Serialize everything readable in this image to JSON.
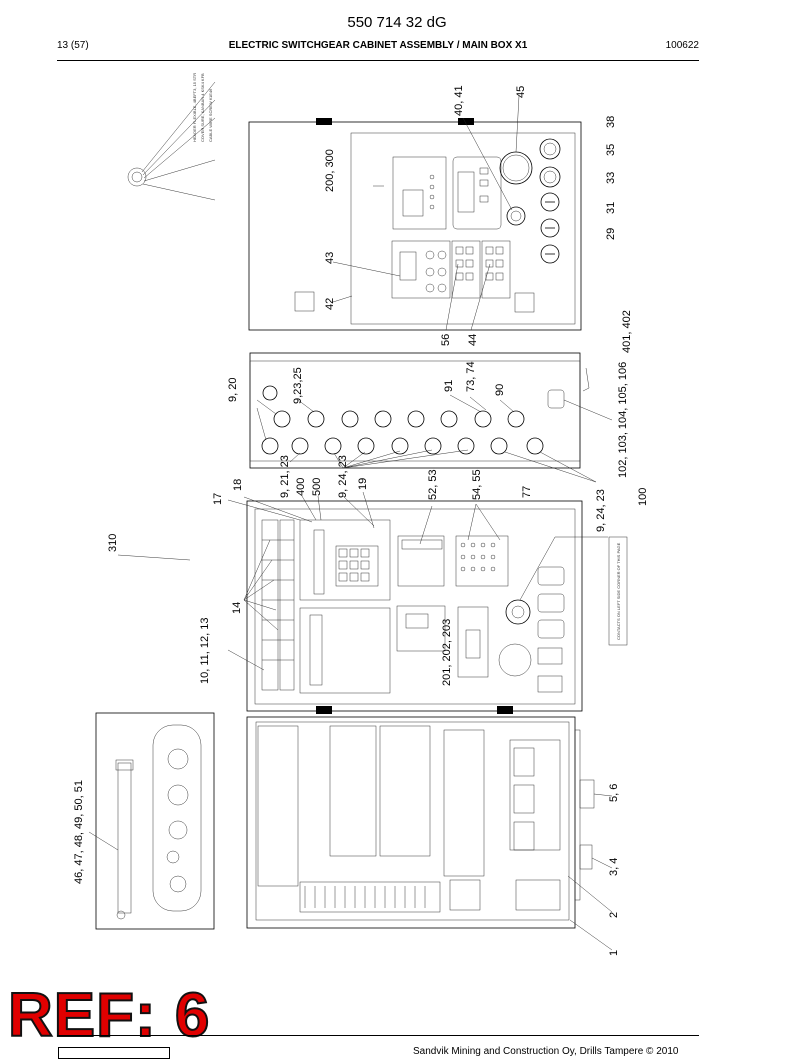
{
  "header": {
    "doc_number": "550 714 32 dG",
    "page": "13 (57)",
    "title": "ELECTRIC SWITCHGEAR CABINET ASSEMBLY / MAIN BOX X1",
    "date": "100622"
  },
  "reference": "REF: 6",
  "footer": "Sandvik Mining and Construction Oy, Drills Tampere © 2010",
  "labels": {
    "l_40_41": "40, 41",
    "l_45": "45",
    "l_38": "38",
    "l_35": "35",
    "l_33": "33",
    "l_31": "31",
    "l_29": "29",
    "l_200_300": "200, 300",
    "l_43": "43",
    "l_42": "42",
    "l_56": "56",
    "l_44": "44",
    "l_401_402": "401, 402",
    "l_9_20": "9, 20",
    "l_9_23_25": "9,23,25",
    "l_91": "91",
    "l_73_74": "73, 74",
    "l_90": "90",
    "l_102_106": "102, 103, 104, 105, 106",
    "l_9_21_23": "9, 21, 23",
    "l_400": "400",
    "l_500": "500",
    "l_9_24_23a": "9, 24, 23",
    "l_19": "19",
    "l_52_53": "52, 53",
    "l_54_55": "54, 55",
    "l_77": "77",
    "l_9_24_23b": "9, 24, 23",
    "l_100": "100",
    "l_18": "18",
    "l_17": "17",
    "l_310": "310",
    "l_14": "14",
    "l_10_13": "10, 11, 12, 13",
    "l_201_203": "201, 202, 203",
    "l_46_51": "46, 47, 48, 49, 50, 51",
    "l_5_6": "5, 6",
    "l_3_4": "3, 4",
    "l_2": "2",
    "l_1": "1",
    "contacts_note": "CONTACTS ON LEFT SIDE CORNER OF THIS PAGE"
  },
  "colors": {
    "reference_fill": "#e00000",
    "line": "#000000"
  }
}
